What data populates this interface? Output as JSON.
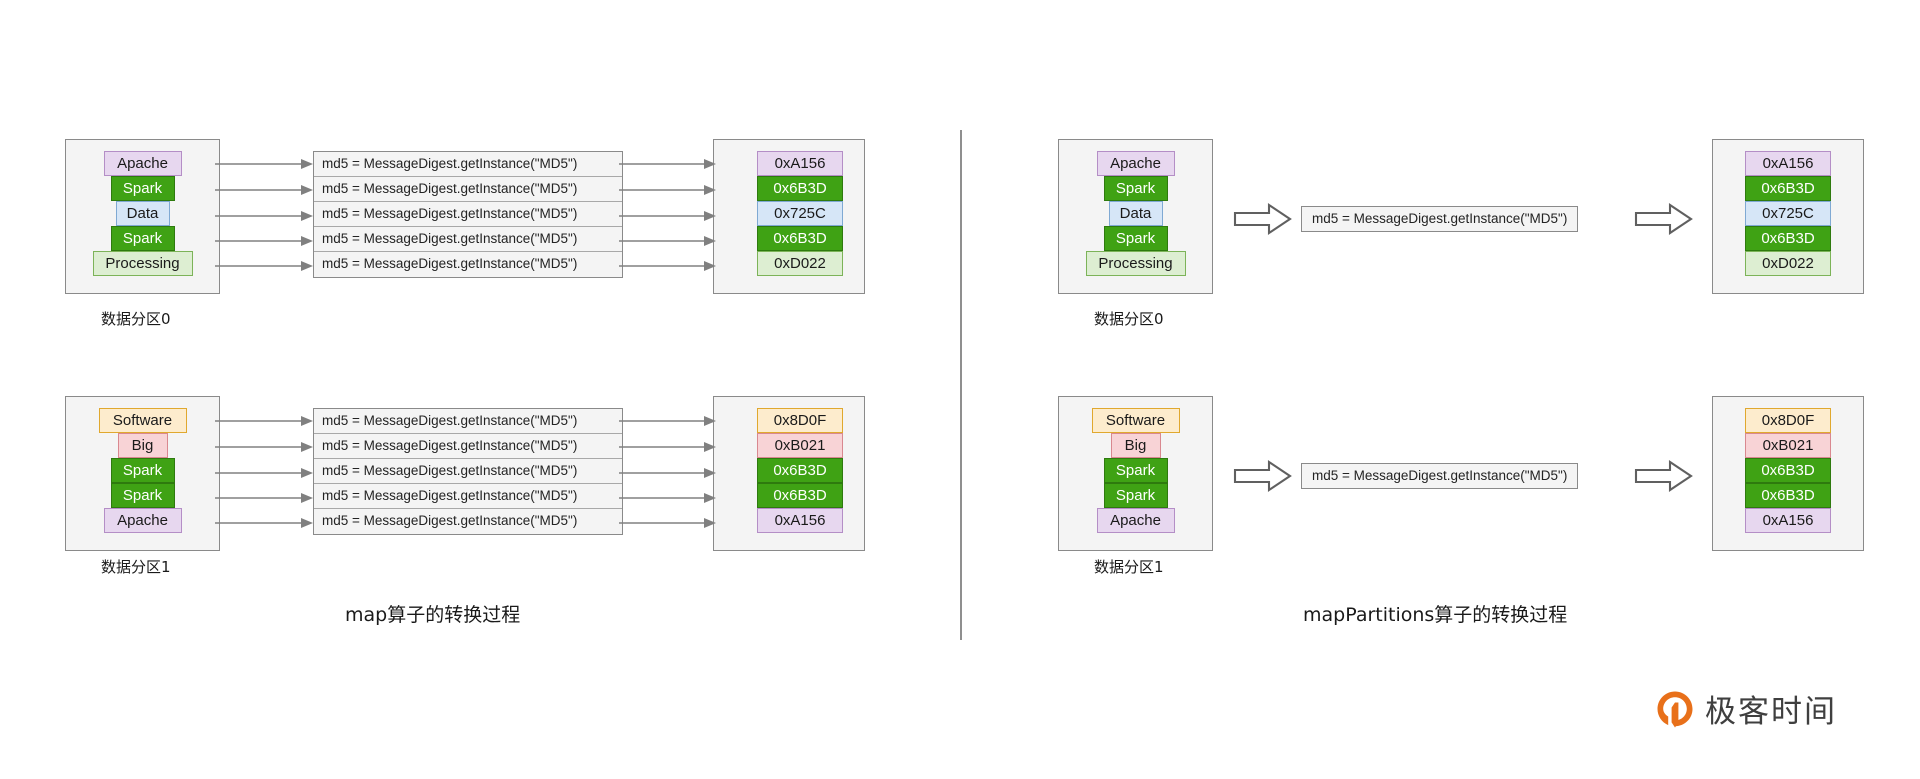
{
  "palette": {
    "purple_bg": "#e7d7ef",
    "purple_border": "#b48ec6",
    "green_bg": "#3fa214",
    "green_border": "#2e7a0e",
    "green_text": "#ffffff",
    "blue_bg": "#d6e6f7",
    "blue_border": "#7fa9d3",
    "lightgreen_bg": "#ddeed2",
    "lightgreen_border": "#7cb358",
    "orange_bg": "#fdeccd",
    "orange_border": "#e0a82e",
    "red_bg": "#f8d3d6",
    "red_border": "#d9888f",
    "panel_bg": "#f4f4f4",
    "panel_border": "#8a8a8a",
    "arrow_gray": "#808080",
    "logo_orange": "#e8701a",
    "logo_text": "#3f3f3f"
  },
  "code": {
    "md5_line": "md5 = MessageDigest.getInstance(\"MD5\")"
  },
  "left_section": {
    "caption": "map算子的转换过程",
    "partitions": [
      {
        "label": "数据分区0",
        "words": [
          {
            "text": "Apache",
            "style": "purple",
            "width": 78
          },
          {
            "text": "Spark",
            "style": "green",
            "width": 64
          },
          {
            "text": "Data",
            "style": "blue",
            "width": 54
          },
          {
            "text": "Spark",
            "style": "green",
            "width": 64
          },
          {
            "text": "Processing",
            "style": "lightgreen",
            "width": 100
          }
        ],
        "code_rows": [
          "md5 = MessageDigest.getInstance(\"MD5\")",
          "md5 = MessageDigest.getInstance(\"MD5\")",
          "md5 = MessageDigest.getInstance(\"MD5\")",
          "md5 = MessageDigest.getInstance(\"MD5\")",
          "md5 = MessageDigest.getInstance(\"MD5\")"
        ],
        "hashes": [
          {
            "text": "0xA156",
            "style": "purple"
          },
          {
            "text": "0x6B3D",
            "style": "green"
          },
          {
            "text": "0x725C",
            "style": "blue"
          },
          {
            "text": "0x6B3D",
            "style": "green"
          },
          {
            "text": "0xD022",
            "style": "lightgreen"
          }
        ]
      },
      {
        "label": "数据分区1",
        "words": [
          {
            "text": "Software",
            "style": "orange",
            "width": 88
          },
          {
            "text": "Big",
            "style": "red",
            "width": 50
          },
          {
            "text": "Spark",
            "style": "green",
            "width": 64
          },
          {
            "text": "Spark",
            "style": "green",
            "width": 64
          },
          {
            "text": "Apache",
            "style": "purple",
            "width": 78
          }
        ],
        "code_rows": [
          "md5 = MessageDigest.getInstance(\"MD5\")",
          "md5 = MessageDigest.getInstance(\"MD5\")",
          "md5 = MessageDigest.getInstance(\"MD5\")",
          "md5 = MessageDigest.getInstance(\"MD5\")",
          "md5 = MessageDigest.getInstance(\"MD5\")"
        ],
        "hashes": [
          {
            "text": "0x8D0F",
            "style": "orange"
          },
          {
            "text": "0xB021",
            "style": "red"
          },
          {
            "text": "0x6B3D",
            "style": "green"
          },
          {
            "text": "0x6B3D",
            "style": "green"
          },
          {
            "text": "0xA156",
            "style": "purple"
          }
        ]
      }
    ]
  },
  "right_section": {
    "caption": "mapPartitions算子的转换过程",
    "partitions": [
      {
        "label": "数据分区0",
        "words": [
          {
            "text": "Apache",
            "style": "purple",
            "width": 78
          },
          {
            "text": "Spark",
            "style": "green",
            "width": 64
          },
          {
            "text": "Data",
            "style": "blue",
            "width": 54
          },
          {
            "text": "Spark",
            "style": "green",
            "width": 64
          },
          {
            "text": "Processing",
            "style": "lightgreen",
            "width": 100
          }
        ],
        "code": "md5 = MessageDigest.getInstance(\"MD5\")",
        "hashes": [
          {
            "text": "0xA156",
            "style": "purple"
          },
          {
            "text": "0x6B3D",
            "style": "green"
          },
          {
            "text": "0x725C",
            "style": "blue"
          },
          {
            "text": "0x6B3D",
            "style": "green"
          },
          {
            "text": "0xD022",
            "style": "lightgreen"
          }
        ]
      },
      {
        "label": "数据分区1",
        "words": [
          {
            "text": "Software",
            "style": "orange",
            "width": 88
          },
          {
            "text": "Big",
            "style": "red",
            "width": 50
          },
          {
            "text": "Spark",
            "style": "green",
            "width": 64
          },
          {
            "text": "Spark",
            "style": "green",
            "width": 64
          },
          {
            "text": "Apache",
            "style": "purple",
            "width": 78
          }
        ],
        "code": "md5 = MessageDigest.getInstance(\"MD5\")",
        "hashes": [
          {
            "text": "0x8D0F",
            "style": "orange"
          },
          {
            "text": "0xB021",
            "style": "red"
          },
          {
            "text": "0x6B3D",
            "style": "green"
          },
          {
            "text": "0x6B3D",
            "style": "green"
          },
          {
            "text": "0xA156",
            "style": "purple"
          }
        ]
      }
    ]
  },
  "logo": {
    "text": "极客时间",
    "mark": "geektime-logo-icon"
  }
}
